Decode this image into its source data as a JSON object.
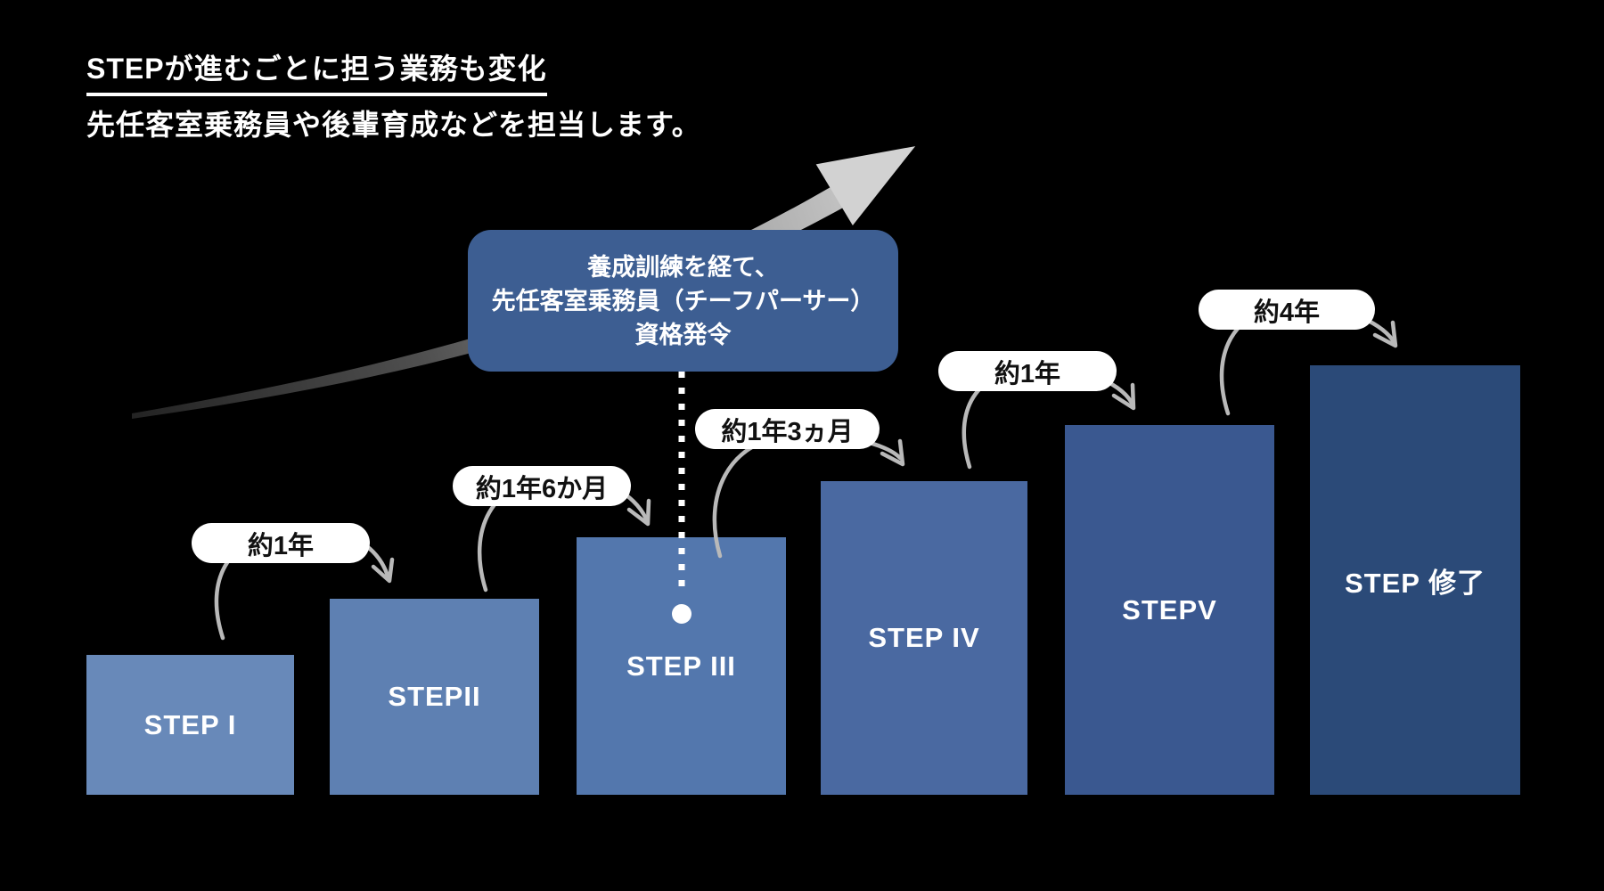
{
  "title": {
    "line1": "STEPが進むごとに担う業務も変化",
    "line2": "先任客室乗務員や後輩育成などを担当します。"
  },
  "callout": {
    "line1": "養成訓練を経て、",
    "line2": "先任客室乗務員（チーフパーサー）",
    "line3": "資格発令"
  },
  "steps": [
    {
      "label": "STEP I",
      "color": "#6889b9"
    },
    {
      "label": "STEPII",
      "color": "#5e80b2"
    },
    {
      "label": "STEP III",
      "color": "#5377ad"
    },
    {
      "label": "STEP IV",
      "color": "#4a69a1"
    },
    {
      "label": "STEPV",
      "color": "#3a5890"
    },
    {
      "label": "STEP 修了",
      "color": "#2b4a78"
    }
  ],
  "durations": [
    "約1年",
    "約1年6か月",
    "約1年3ヵ月",
    "約1年",
    "約4年"
  ],
  "colors": {
    "background": "#000000",
    "callout_bg": "#3d5e92",
    "pill_bg": "#ffffff",
    "pill_text": "#111111",
    "connector": "#b9b9b9",
    "dotted_line": "#ffffff",
    "text": "#ffffff"
  }
}
